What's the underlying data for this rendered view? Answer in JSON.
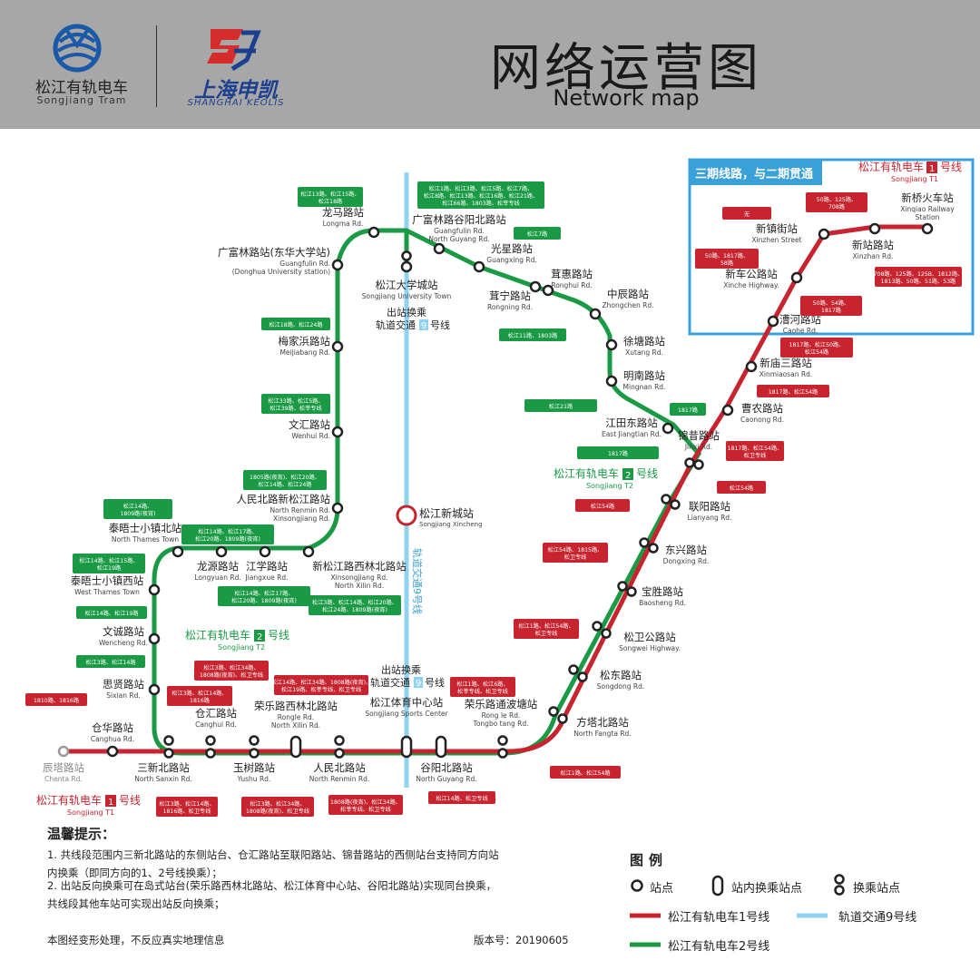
{
  "header": {
    "logo_tram_zh": "松江有轨电车",
    "logo_tram_en": "Songjiang Tram",
    "logo_keolis_zh": "上海申凯",
    "logo_keolis_en": "SHANGHAI KEOLIS",
    "title_zh": "网络运营图",
    "title_en": "Network map"
  },
  "colors": {
    "t1": "#c8242f",
    "t2": "#1a9a44",
    "metro9": "#8fd3f0",
    "header": "#a7a7a7",
    "phase3": "#3aa0d8"
  },
  "phase3_box": {
    "label": "三期线路，与二期贯通"
  },
  "line_labels": {
    "t1_top": {
      "zh": "松江有轨电车",
      "num": "1",
      "suffix": "号线",
      "en": "Songjiang T1"
    },
    "t1_bottom": {
      "zh": "松江有轨电车",
      "num": "1",
      "suffix": "号线",
      "en": "Songjiang T1"
    },
    "t2_right": {
      "zh": "松江有轨电车",
      "num": "2",
      "suffix": "号线",
      "en": "Songjiang T2"
    },
    "t2_left": {
      "zh": "松江有轨电车",
      "num": "2",
      "suffix": "号线",
      "en": "Songjiang T2"
    },
    "metro9": "轨道交通9号线"
  },
  "metro_transfers": [
    {
      "l1": "出站换乘",
      "l2a": "轨道交通",
      "num": "9",
      "l2b": "号线"
    },
    {
      "l1": "出站换乘",
      "l2a": "轨道交通",
      "num": "9",
      "l2b": "号线"
    }
  ],
  "metro_station": {
    "zh": "松江新城站",
    "en": "Songjiang Xincheng"
  },
  "stations": [
    {
      "zh": "龙马路站",
      "en": "Longma Rd."
    },
    {
      "zh": "广富林路站(东华大学站)",
      "en": "Guangfulin Rd.",
      "en2": "(Donghua University station)"
    },
    {
      "zh": "松江大学城站",
      "en": "Songjiang University Town"
    },
    {
      "zh": "广富林路谷阳北路站",
      "en": "Guangfulin Rd.",
      "en2": "North Guyang Rd."
    },
    {
      "zh": "光星路站",
      "en": "Guangxing Rd."
    },
    {
      "zh": "茸惠路站",
      "en": "Ronghui Rd."
    },
    {
      "zh": "茸宁路站",
      "en": "Rongning Rd."
    },
    {
      "zh": "中辰路站",
      "en": "Zhongchen Rd."
    },
    {
      "zh": "徐塘路站",
      "en": "Xutang Rd."
    },
    {
      "zh": "明南路站",
      "en": "Mingnan Rd."
    },
    {
      "zh": "江田东路站",
      "en": "East Jiangtian Rd."
    },
    {
      "zh": "锦昔路站",
      "en": "Jinxi Rd."
    },
    {
      "zh": "梅家浜路站",
      "en": "Meijiabang Rd."
    },
    {
      "zh": "文汇路站",
      "en": "Wenhui Rd."
    },
    {
      "zh": "人民北路新松江路站",
      "en": "North Renmin Rd.",
      "en2": "Xinsongjiang Rd."
    },
    {
      "zh": "泰晤士小镇北站",
      "en": "North Thames Town"
    },
    {
      "zh": "龙源路站",
      "en": "Longyuan Rd."
    },
    {
      "zh": "江学路站",
      "en": "Jiangxue Rd."
    },
    {
      "zh": "新松江路西林北路站",
      "en": "Xinsongjiang Rd.",
      "en2": "North Xilin Rd."
    },
    {
      "zh": "泰晤士小镇西站",
      "en": "West Thames Town"
    },
    {
      "zh": "文诚路站",
      "en": "Wencheng Rd."
    },
    {
      "zh": "思贤路站",
      "en": "Sixian Rd."
    },
    {
      "zh": "仓华路站",
      "en": "Canghua Rd."
    },
    {
      "zh": "辰塔路站",
      "en": "Chenta Rd."
    },
    {
      "zh": "三新北路站",
      "en": "North Sanxin Rd."
    },
    {
      "zh": "仓汇路站",
      "en": "Canghui Rd."
    },
    {
      "zh": "玉树路站",
      "en": "Yushu Rd."
    },
    {
      "zh": "荣乐路西林北路站",
      "en": "Rongle Rd.",
      "en2": "North Xilin Rd."
    },
    {
      "zh": "人民北路站",
      "en": "North Renmin Rd."
    },
    {
      "zh": "松江体育中心站",
      "en": "Songjiang Sports Center"
    },
    {
      "zh": "谷阳北路站",
      "en": "North Guyang Rd."
    },
    {
      "zh": "荣乐路通波塘站",
      "en": "Rong le Rd.",
      "en2": "Tongbo tang Rd."
    },
    {
      "zh": "方塔北路站",
      "en": "North Fangta Rd."
    },
    {
      "zh": "松东路站",
      "en": "Songdong Rd."
    },
    {
      "zh": "松卫公路站",
      "en": "Songwei Highway."
    },
    {
      "zh": "宝胜路站",
      "en": "Baosheng Rd."
    },
    {
      "zh": "东兴路站",
      "en": "Dongxing Rd."
    },
    {
      "zh": "联阳路站",
      "en": "Lianyang Rd."
    },
    {
      "zh": "曹农路站",
      "en": "Caonong Rd."
    },
    {
      "zh": "新庙三路站",
      "en": "Xinmiaosan Rd."
    },
    {
      "zh": "漕河路站",
      "en": "Caohe Rd."
    },
    {
      "zh": "新车公路站",
      "en": "Xinche Highway."
    },
    {
      "zh": "新镇街站",
      "en": "Xinzhen Street"
    },
    {
      "zh": "新站路站",
      "en": "Xinzhan Rd."
    },
    {
      "zh": "新桥火车站",
      "en": "Xinqiao Railway",
      "en2": "Station"
    }
  ],
  "bus_tags": [
    {
      "line1": "松江13路、松江15路、",
      "line2": "松江18路"
    },
    {
      "line1": "松江1路、松江3路、松江5路、松江7路、",
      "line2": "松江8路、松江13路、松江16路、松江21路、",
      "line3": "松江66路、1803路、松莘专线"
    },
    {
      "line1": "松江7路"
    },
    {
      "line1": "松江11路、1803路"
    },
    {
      "line1": "松江18路、松江24路"
    },
    {
      "line1": "松江33路、松江5路、",
      "line2": "松江39路、松莘专线"
    },
    {
      "line1": "1805路(夜宵)、松江20路、",
      "line2": "松江14路、松江24路"
    },
    {
      "line1": "松江14路、",
      "line2": "1809路(夜宵)"
    },
    {
      "line1": "松江14路、松江17路、",
      "line2": "松江20路、1809路(夜宵)"
    },
    {
      "line1": "松江14路、松江15路、",
      "line2": "松江19路"
    },
    {
      "line1": "松江14路、松江17路、",
      "line2": "松江20路、1809路(夜宵)"
    },
    {
      "line1": "松江3路、松江14路、松江20路、",
      "line2": "松江24路、1809路(夜宵)"
    },
    {
      "line1": "松江14路、松江19路"
    },
    {
      "line1": "松江3路、松江14路"
    },
    {
      "line1": "松江21路"
    },
    {
      "line1": "1817路"
    },
    {
      "line1": "1817路"
    },
    {
      "line1": "1810路、1816路"
    },
    {
      "line1": "松江3路、松江14路、",
      "line2": "1816路"
    },
    {
      "line1": "松江3路、松江34路、",
      "line2": "1808路(夜宵)、松卫专线"
    },
    {
      "line1": "松江14路、松江34路、1808路(夜宵)、",
      "line2": "松江19路、松莘专线、松卫专线"
    },
    {
      "line1": "松江1路、松江6路、",
      "line2": "松莘专线、松卫专线"
    },
    {
      "line1": "松江3路、松江14路、",
      "line2": "1816路、松卫专线"
    },
    {
      "line1": "松江3路、松江34路、",
      "line2": "1808路(夜宵)、松卫专线"
    },
    {
      "line1": "1808路(夜宵)、松江34路、",
      "line2": "松莘专线、松卫专线"
    },
    {
      "line1": "松江14路、松卫专线"
    },
    {
      "line1": "松江1路、松江54路"
    },
    {
      "line1": "松江1路、松江54路、",
      "line2": "松卫专线"
    },
    {
      "line1": "松江54路、1815路、",
      "line2": "松卫专线"
    },
    {
      "line1": "松江54路"
    },
    {
      "line1": "松江54路"
    },
    {
      "line1": "1817路、松江54路、",
      "line2": "松卫专线"
    },
    {
      "line1": "1817路、松江54路"
    },
    {
      "line1": "1817路、松江50路、",
      "line2": "松江54路"
    },
    {
      "line1": "50路、54路、",
      "line2": "1817路"
    },
    {
      "line1": "50路、1817路、",
      "line2": "58路"
    },
    {
      "line1": "无"
    },
    {
      "line1": "50路、125路、",
      "line2": "708路"
    },
    {
      "line1": "708路、125路、125B、1812路、",
      "line2": "1813路、50路、51路、53路"
    }
  ],
  "tips": {
    "title": "温馨提示：",
    "item1_line1": "1.  共线段范围内三新北路站的东侧站台、仓汇路站至联阳路站、锦昔路站的西侧站台支持同方向站",
    "item1_line2": "内换乘（即同方向的1、2号线换乘）；",
    "item2_line1": "2.  出站反向换乘可在岛式站台(荣乐路西林北路站、松江体育中心站、谷阳北路站)实现同台换乘，",
    "item2_line2": "共线段其他车站可实现出站反向换乘；",
    "note": "本图经变形处理，不反应真实地理信息",
    "version": "版本号：20190605"
  },
  "legend": {
    "title": "图例",
    "station": "站点",
    "inside_transfer": "站内换乘站点",
    "transfer": "换乘站点",
    "t1": "松江有轨电车1号线",
    "t2": "松江有轨电车2号线",
    "metro9": "轨道交通9号线"
  }
}
